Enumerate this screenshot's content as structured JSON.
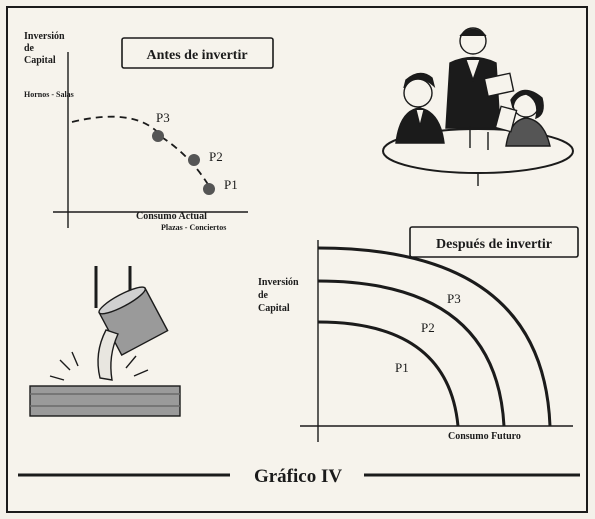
{
  "top_chart": {
    "title": "Antes de invertir",
    "y_label_lines": [
      "Inversión",
      "de",
      "Capital"
    ],
    "y_sublabel": "Hornos - Salas",
    "x_label": "Consumo Actual",
    "x_sublabel": "Plazas - Conciertos",
    "points": [
      "P3",
      "P2",
      "P1"
    ]
  },
  "bottom_chart": {
    "title": "Después de invertir",
    "y_label_lines": [
      "Inversión",
      "de",
      "Capital"
    ],
    "x_label": "Consumo Futuro",
    "curves": [
      "P1",
      "P2",
      "P3"
    ]
  },
  "caption": "Gráfico IV",
  "icons": [
    "waiter-serving-diners-illustration",
    "foundry-pouring-metal-illustration"
  ],
  "colors": {
    "ink": "#1b1b1b",
    "paper": "#f6f3ec",
    "point_fill": "#555555"
  }
}
